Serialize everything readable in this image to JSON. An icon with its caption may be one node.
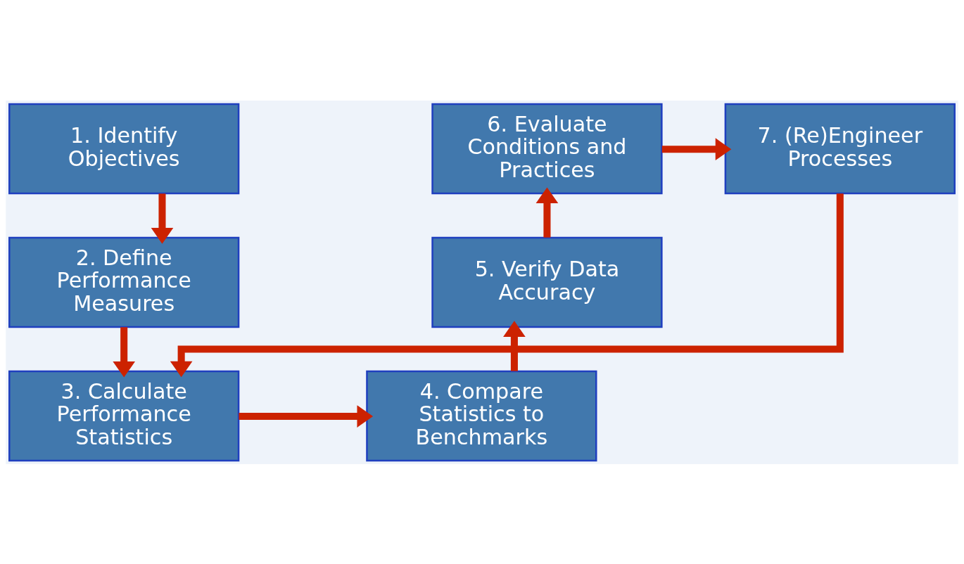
{
  "diagram": {
    "nodes": [
      {
        "text": [
          "1. Identify Objectives"
        ]
      },
      {
        "text": [
          "2. Define Performance Measures"
        ]
      },
      {
        "text": [
          "3. Calculate Performance Statistics"
        ]
      },
      {
        "text": [
          "4. Compare Statistics to Benchmarks"
        ]
      },
      {
        "text": [
          "5. Verify Data Accuracy"
        ]
      },
      {
        "text": [
          "6. Evaluate Conditions and Practices"
        ]
      },
      {
        "text": [
          "7. (Re)Engineer Processes"
        ]
      }
    ],
    "edges": [
      {
        "from": 0,
        "to": 1,
        "arrow": "to"
      },
      {
        "from": 1,
        "to": 2,
        "arrow": "to"
      },
      {
        "from": 2,
        "to": 3,
        "arrow": "to"
      },
      {
        "from": 3,
        "to": 4,
        "arrow": "to"
      },
      {
        "from": 4,
        "to": 5,
        "arrow": "to"
      },
      {
        "from": 5,
        "to": 6,
        "arrow": "to"
      },
      {
        "from": 6,
        "to": 2,
        "arrow": "to"
      }
    ]
  }
}
